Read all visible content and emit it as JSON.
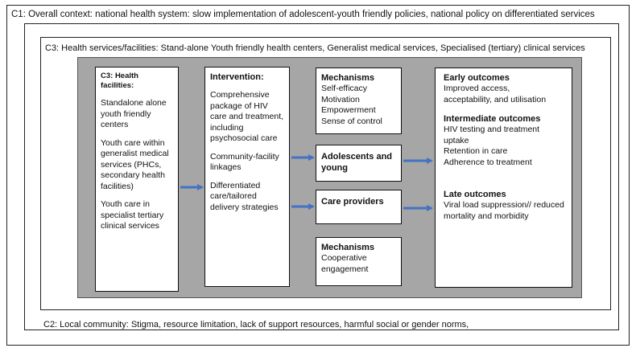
{
  "c1_text": "C1: Overall context: national health system: slow implementation of adolescent-youth friendly policies, national policy on differentiated services",
  "c3_outer_text": "C3: Health services/facilities: Stand-alone Youth friendly health centers, Generalist medical services, Specialised (tertiary) clinical services",
  "c2_text": "C2: Local community: Stigma, resource limitation, lack of support resources,  harmful social or gender norms,",
  "facilities": {
    "heading": "C3: Health facilities:",
    "items": [
      "Standalone alone youth friendly centers",
      "Youth care within generalist medical services (PHCs, secondary health facilities)",
      "Youth care in specialist tertiary clinical services"
    ]
  },
  "intervention": {
    "heading": "Intervention:",
    "items": [
      "Comprehensive package of HIV care and treatment, including psychosocial care",
      "Community-facility linkages",
      "Differentiated care/tailored delivery strategies"
    ]
  },
  "mechanisms_top": {
    "heading": "Mechanisms",
    "items": [
      "Self-efficacy",
      "Motivation",
      "Empowerment",
      "Sense of control"
    ]
  },
  "adolescents": {
    "label": "Adolescents and young"
  },
  "providers": {
    "label": "Care providers"
  },
  "mechanisms_bottom": {
    "heading": "Mechanisms",
    "items": [
      "Cooperative engagement"
    ]
  },
  "outcomes": {
    "early_heading": "Early outcomes",
    "early_text": "Improved access, acceptability, and utilisation",
    "intermediate_heading": "Intermediate outcomes",
    "intermediate_items": [
      "HIV testing and treatment uptake",
      "Retention in care",
      "Adherence to treatment"
    ],
    "late_heading": "Late outcomes",
    "late_text": "Viral load suppression// reduced mortality and morbidity"
  },
  "colors": {
    "arrow": "#4472C4",
    "panel": "#a6a6a6"
  }
}
